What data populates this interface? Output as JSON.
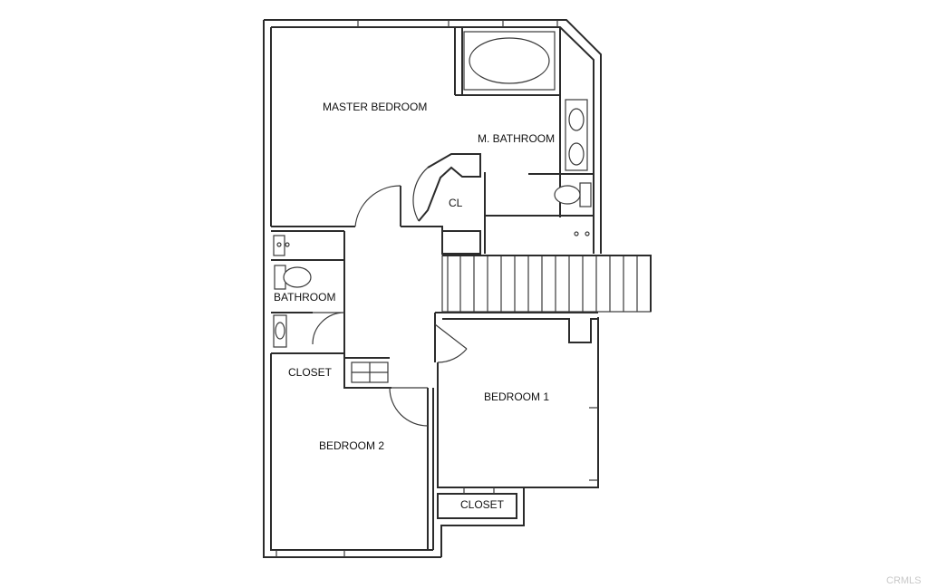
{
  "colors": {
    "wall": "#2b2b2b",
    "background": "#ffffff",
    "watermark": "#c8c8c8"
  },
  "rooms": {
    "master_bedroom": "MASTER BEDROOM",
    "master_bathroom": "M. BATHROOM",
    "closet_small": "CL",
    "bathroom": "BATHROOM",
    "closet_bedroom2": "CLOSET",
    "bedroom1": "BEDROOM 1",
    "bedroom2": "BEDROOM 2",
    "closet_bedroom1": "CLOSET"
  },
  "fixtures": [
    "tub-icon",
    "sink-icon",
    "toilet-icon",
    "stairs-icon",
    "door-swing-icon"
  ],
  "watermark": "CRMLS"
}
